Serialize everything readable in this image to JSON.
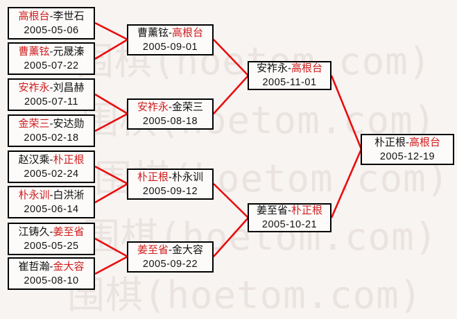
{
  "watermark": {
    "rows": [
      "围棋(hoetom.com)",
      "围棋(hoetom.com)",
      "围棋(hoetom.com)",
      "围棋(hoetom.com)",
      "围棋(hoetom.com)"
    ]
  },
  "separator": "-",
  "colors": {
    "winner_red": "#d01d1d",
    "line_red": "#ea0c0c",
    "border_black": "#000000",
    "watermark_gray": "#eae3e0",
    "background": "#f7f4f2"
  },
  "matches": [
    {
      "name1": "高根台",
      "name2": "李世石",
      "date": "2005-05-06",
      "winner": "1"
    },
    {
      "name1": "曹薰铉",
      "name2": "元晟溱",
      "date": "2005-07-22",
      "winner": "1"
    },
    {
      "name1": "安祚永",
      "name2": "刘昌赫",
      "date": "2005-07-11",
      "winner": "1"
    },
    {
      "name1": "金荣三",
      "name2": "安达勋",
      "date": "2005-02-18",
      "winner": "1"
    },
    {
      "name1": "赵汉乘",
      "name2": "朴正根",
      "date": "2005-02-24",
      "winner": "2"
    },
    {
      "name1": "朴永训",
      "name2": "白洪淅",
      "date": "2005-06-14",
      "winner": "1"
    },
    {
      "name1": "江铸久",
      "name2": "姜至省",
      "date": "2005-05-25",
      "winner": "2"
    },
    {
      "name1": "崔哲瀚",
      "name2": "金大容",
      "date": "2005-08-10",
      "winner": "2"
    },
    {
      "name1": "曹薰铉",
      "name2": "高根台",
      "date": "2005-09-01",
      "winner": "2"
    },
    {
      "name1": "安祚永",
      "name2": "金荣三",
      "date": "2005-08-18",
      "winner": "1"
    },
    {
      "name1": "朴正根",
      "name2": "朴永训",
      "date": "2005-09-12",
      "winner": "1"
    },
    {
      "name1": "姜至省",
      "name2": "金大容",
      "date": "2005-09-22",
      "winner": "1"
    },
    {
      "name1": "安祚永",
      "name2": "高根台",
      "date": "2005-11-01",
      "winner": "2"
    },
    {
      "name1": "姜至省",
      "name2": "朴正根",
      "date": "2005-10-21",
      "winner": "2"
    },
    {
      "name1": "朴正根",
      "name2": "高根台",
      "date": "2005-12-19",
      "winner": "2"
    }
  ]
}
